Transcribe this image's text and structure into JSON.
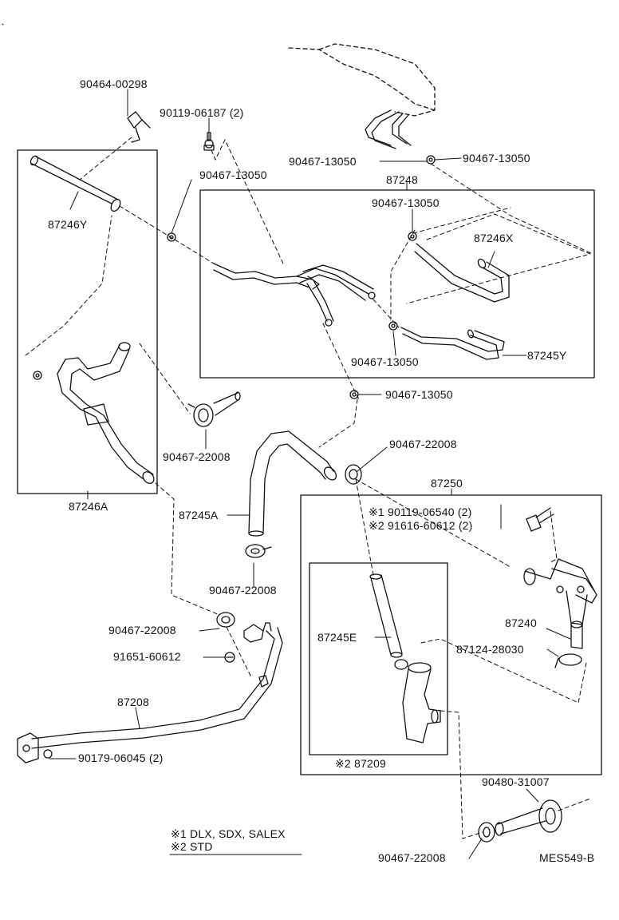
{
  "diagram_code": "MES549-B",
  "callouts": {
    "p_90464_00298": "90464-00298",
    "p_90119_06187": "90119-06187 (2)",
    "p_90467_13050_a": "90467-13050",
    "p_90467_13050_b": "90467-13050",
    "p_90467_13050_c": "90467-13050",
    "p_90467_13050_d": "90467-13050",
    "p_90467_13050_e": "90467-13050",
    "p_90467_13050_f": "90467-13050",
    "p_87248": "87248",
    "p_87246X": "87246X",
    "p_87246Y": "87246Y",
    "p_87245Y": "87245Y",
    "p_87246A": "87246A",
    "p_90467_22008_a": "90467-22008",
    "p_90467_22008_b": "90467-22008",
    "p_90467_22008_c": "90467-22008",
    "p_90467_22008_d": "90467-22008",
    "p_90467_22008_e": "90467-22008",
    "p_87250": "87250",
    "p_87245A": "87245A",
    "p_x1_90119_06540": "※1  90119-06540 (2)",
    "p_x2_91616_60612": "※2  91616-60612 (2)",
    "p_87240": "87240",
    "p_87124_28030": "87124-28030",
    "p_87245E": "87245E",
    "p_91651_60612": "91651-60612",
    "p_87208": "87208",
    "p_90179_06045": "90179-06045 (2)",
    "p_87209": "※2  87209",
    "p_90480_31007": "90480-31007"
  },
  "legend": {
    "note1": "※1  DLX, SDX, SALEX",
    "note2": "※2  STD"
  }
}
